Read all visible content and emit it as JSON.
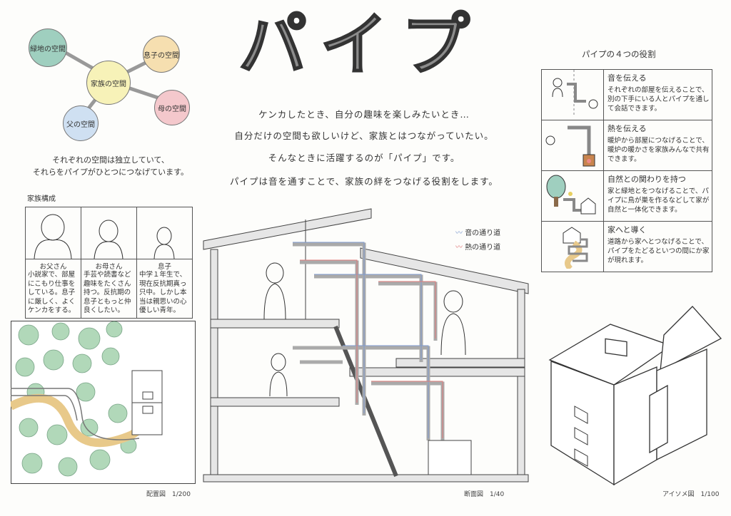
{
  "title": "パイプ",
  "lead_lines": [
    "ケンカしたとき、自分の趣味を楽しみたいとき…",
    "自分だけの空間も欲しいけど、家族とはつながっていたい。",
    "そんなときに活躍するのが「パイプ」です。",
    "パイプは音を通すことで、家族の絆をつなげる役割をします。"
  ],
  "bubbles": {
    "center": "家族の空間",
    "green": "緑地の空間",
    "son": "息子の空間",
    "mother": "母の空間",
    "father": "父の空間"
  },
  "bubble_caption": [
    "それぞれの空間は独立していて、",
    "それらをパイプがひとつにつなげています。"
  ],
  "family": {
    "heading": "家族構成",
    "members": [
      {
        "name": "お父さん",
        "desc": "小説家で、部屋にこもり仕事をしている。息子に厳しく、よくケンカをする。"
      },
      {
        "name": "お母さん",
        "desc": "手芸や読書など趣味をたくさん持つ。反抗期の息子ともっと仲良くしたい。"
      },
      {
        "name": "息子",
        "desc": "中学１年生で、現在反抗期真っ只中。しかし本当は親思いの心優しい青年。"
      }
    ]
  },
  "roles": {
    "heading": "パイプの４つの役割",
    "items": [
      {
        "title": "音を伝える",
        "text": "それぞれの部屋を伝えることで、別の下手にいる人とパイプを通して会話できます。"
      },
      {
        "title": "熱を伝える",
        "text": "暖炉から部屋につなげることで、暖炉の暖かさを家族みんなで共有できます。"
      },
      {
        "title": "自然との関わりを持つ",
        "text": "家と緑地とをつなげることで、パイプに鳥が巣を作るなどして家が自然と一体化できます。"
      },
      {
        "title": "家へと導く",
        "text": "道路から家へとつなげることで、パイプをたどるといつの間にか家が現れます。"
      }
    ]
  },
  "legend": {
    "sound": "音の通り道",
    "heat": "熱の通り道"
  },
  "drawings": {
    "site": "配置図　1/200",
    "section": "断面図　1/40",
    "iso": "アイソメ図　1/100"
  },
  "colors": {
    "sound": "#7f9bd0",
    "heat": "#e07a7a",
    "pipe": "#8a8a8a",
    "green": "#9fcfbf",
    "son": "#f6dfb0",
    "mother": "#f4c8cc",
    "father": "#cfe0f2",
    "center": "#f7f2b8"
  }
}
